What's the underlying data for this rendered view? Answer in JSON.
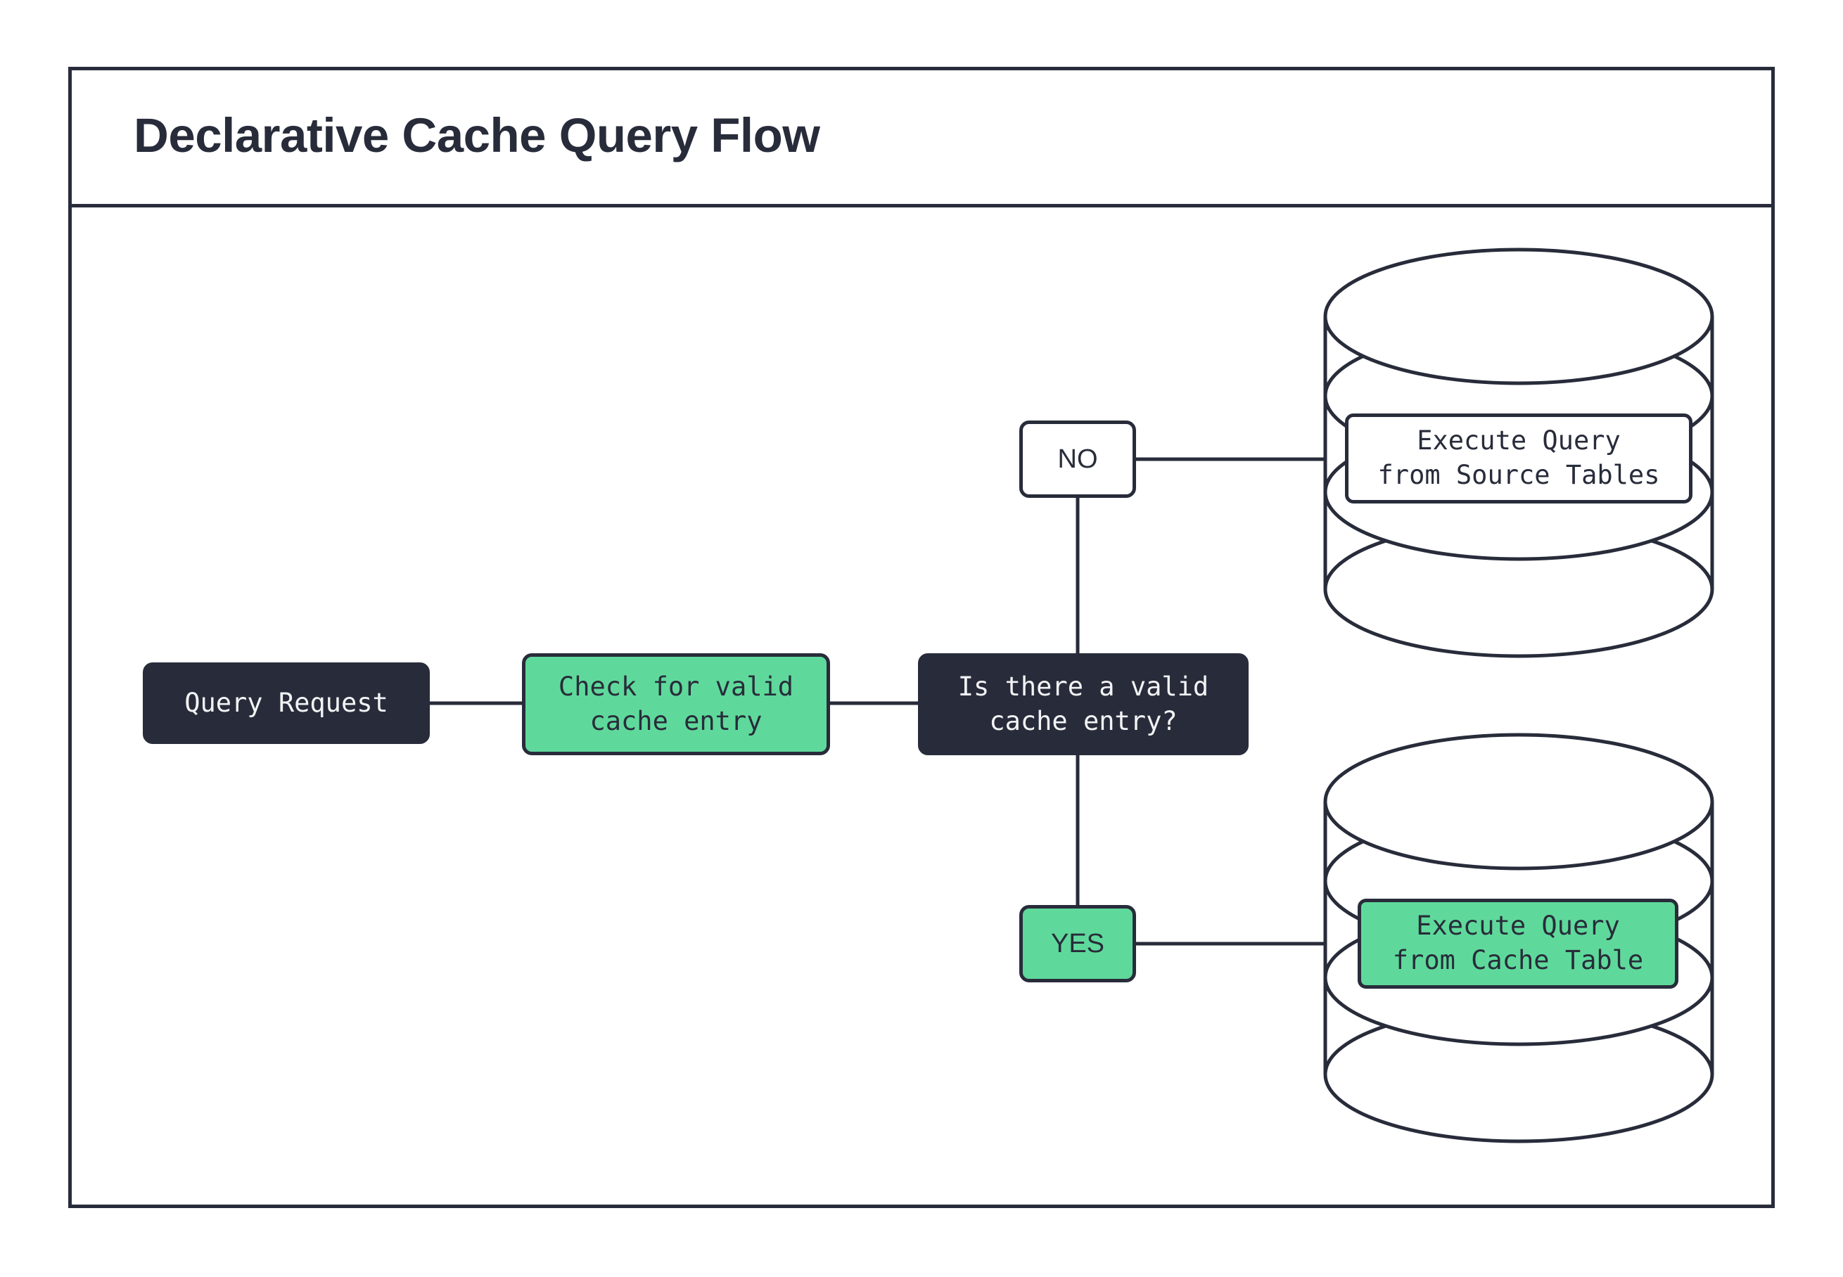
{
  "page": {
    "title": "Declarative Cache Query Flow",
    "background": "#ffffff"
  },
  "colors": {
    "ink": "#282c3a",
    "accent_green": "#5fd99b",
    "surface": "#ffffff",
    "text_on_dark": "#f2f3f5"
  },
  "diagram": {
    "type": "flowchart",
    "nodes": {
      "query_request": {
        "label": "Query Request",
        "shape": "rounded-rect",
        "fill": "#282c3a",
        "text_color": "#f2f3f5"
      },
      "check_cache": {
        "label": "Check for valid\ncache entry",
        "shape": "rounded-rect",
        "fill": "#5fd99b",
        "text_color": "#282c3a"
      },
      "decision": {
        "label": "Is there a valid\ncache entry?",
        "shape": "rounded-rect",
        "fill": "#282c3a",
        "text_color": "#f2f3f5"
      },
      "source_db": {
        "label": "Execute Query\nfrom Source Tables",
        "shape": "cylinder-database",
        "fill": "#ffffff",
        "text_color": "#282c3a"
      },
      "cache_db": {
        "label": "Execute Query\nfrom Cache Table",
        "shape": "cylinder-database",
        "fill": "#5fd99b",
        "text_color": "#282c3a"
      }
    },
    "branch_labels": {
      "no": {
        "label": "NO",
        "fill": "#ffffff",
        "text_color": "#282c3a"
      },
      "yes": {
        "label": "YES",
        "fill": "#5fd99b",
        "text_color": "#282c3a"
      }
    },
    "edges": [
      {
        "from": "query_request",
        "to": "check_cache",
        "label": ""
      },
      {
        "from": "check_cache",
        "to": "decision",
        "label": ""
      },
      {
        "from": "decision",
        "to": "no",
        "label": ""
      },
      {
        "from": "no",
        "to": "source_db",
        "label": ""
      },
      {
        "from": "decision",
        "to": "yes",
        "label": ""
      },
      {
        "from": "yes",
        "to": "cache_db",
        "label": ""
      }
    ]
  }
}
